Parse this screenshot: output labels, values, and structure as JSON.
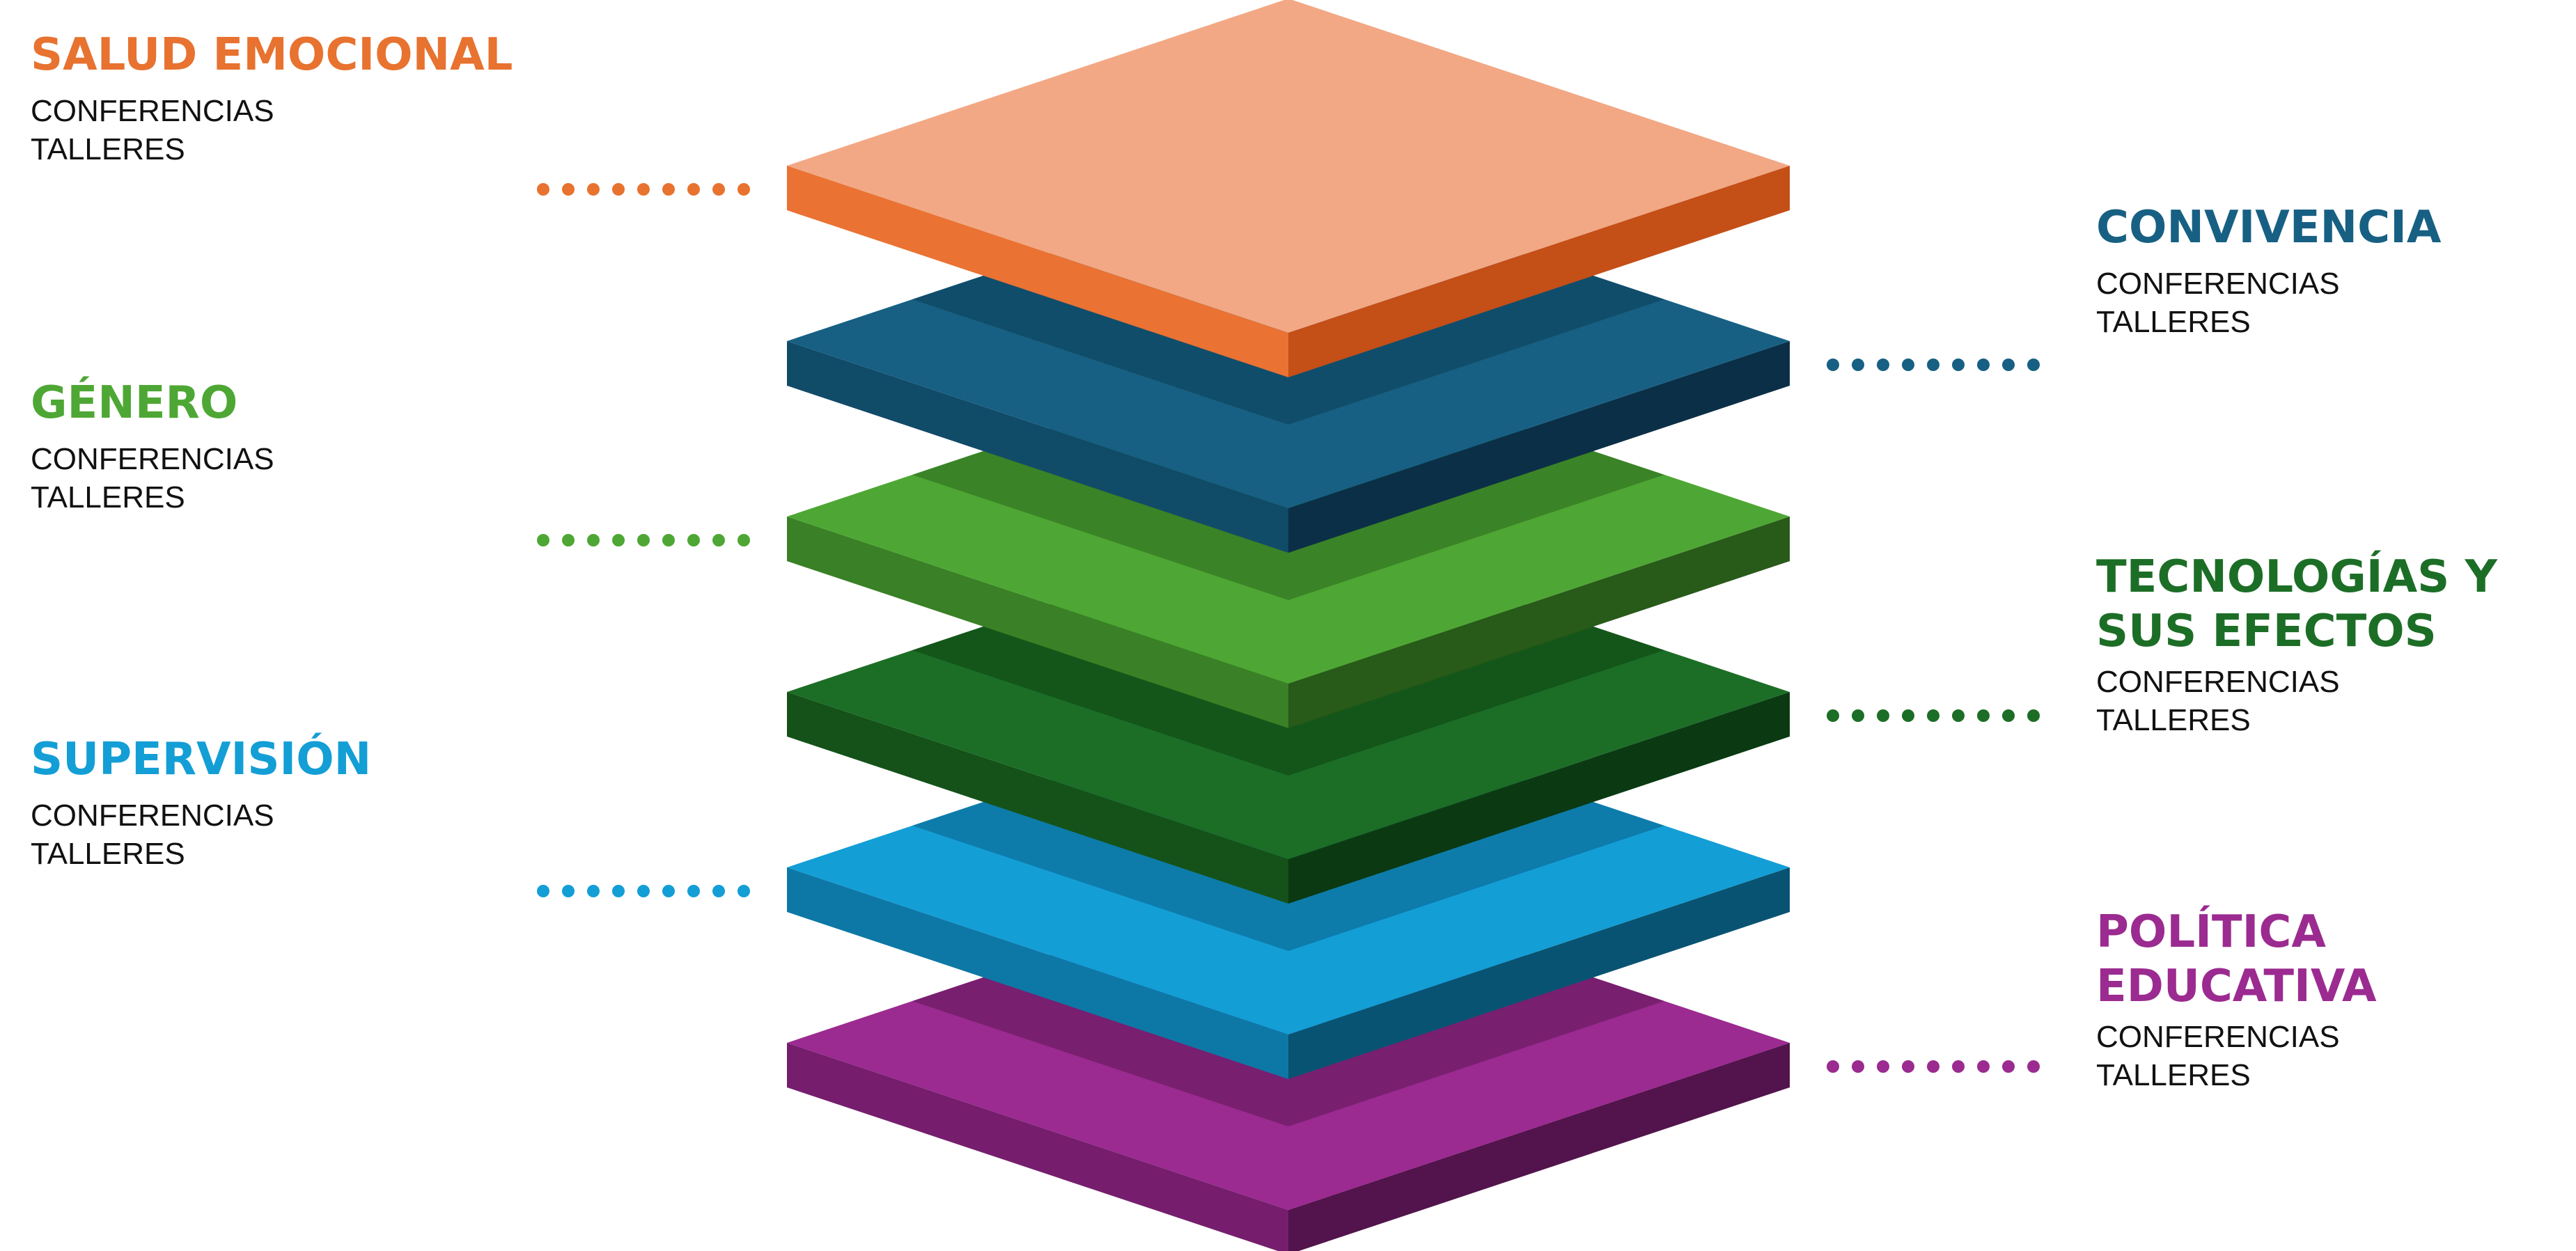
{
  "layers": [
    {
      "key": "salud",
      "color_top": "#F2A884",
      "color_left": "#EA7233",
      "color_right": "#C44F17"
    },
    {
      "key": "convivencia",
      "color_top": "#176083",
      "color_left": "#104B68",
      "color_right": "#0B2F47"
    },
    {
      "key": "genero",
      "color_top": "#4EA734",
      "color_left": "#3A8026",
      "color_right": "#285A1A"
    },
    {
      "key": "tecnologias",
      "color_top": "#1C6E26",
      "color_left": "#145219",
      "color_right": "#0B3A12"
    },
    {
      "key": "supervision",
      "color_top": "#139ED6",
      "color_left": "#0D78A6",
      "color_right": "#095372"
    },
    {
      "key": "politica",
      "color_top": "#9B2B90",
      "color_left": "#761E6D",
      "color_right": "#53134C"
    }
  ],
  "labels": {
    "salud": {
      "title": "SALUD EMOCIONAL",
      "lines": [
        "CONFERENCIAS",
        "TALLERES"
      ],
      "color": "#E8722F"
    },
    "convivencia": {
      "title": "CONVIVENCIA",
      "lines": [
        "CONFERENCIAS",
        "TALLERES"
      ],
      "color": "#176083"
    },
    "genero": {
      "title": "GÉNERO",
      "lines": [
        "CONFERENCIAS",
        "TALLERES"
      ],
      "color": "#4EA734"
    },
    "tecnologias": {
      "title": "TECNOLOGÍAS Y SUS EFECTOS",
      "title_lines": [
        "TECNOLOGÍAS Y",
        "SUS EFECTOS"
      ],
      "lines": [
        "CONFERENCIAS",
        "TALLERES"
      ],
      "color": "#1C6E26"
    },
    "supervision": {
      "title": "SUPERVISIÓN",
      "lines": [
        "CONFERENCIAS",
        "TALLERES"
      ],
      "color": "#139ED6"
    },
    "politica": {
      "title": "POLÍTICA EDUCATIVA",
      "title_lines": [
        "POLÍTICA",
        "EDUCATIVA"
      ],
      "lines": [
        "CONFERENCIAS",
        "TALLERES"
      ],
      "color": "#9B2B90"
    }
  }
}
